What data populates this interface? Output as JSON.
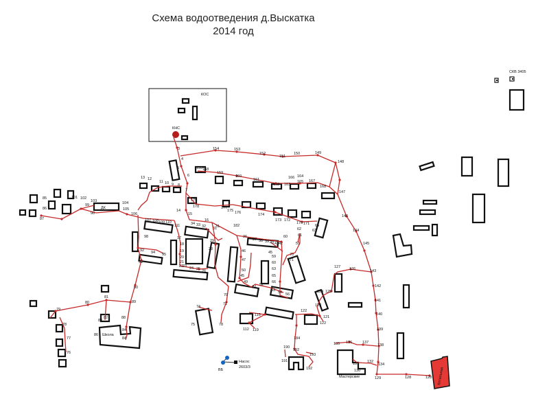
{
  "title": {
    "line1": "Схема водоотведения д.Выскатка",
    "line2": "2014 год"
  },
  "labels": {
    "kos": "КОС",
    "kns": "КНС",
    "skv": "СКВ 3405",
    "dk": "ДК",
    "school": "Школа",
    "workshops": "Мастерские",
    "vb": "ВБ",
    "pump": "Насос",
    "pump_num": "2603/3",
    "boiler": "Котельная"
  },
  "colors": {
    "pipe": "#c62828",
    "kns": "#b71c1c",
    "boiler": "#e53935",
    "building_stroke": "#111111"
  },
  "node_numbers": [
    "3",
    "4",
    "5",
    "6",
    "7",
    "8",
    "9",
    "10",
    "11",
    "12",
    "13",
    "14",
    "15",
    "16",
    "17",
    "18",
    "19",
    "20",
    "21",
    "22",
    "23",
    "24",
    "25",
    "26",
    "27",
    "28",
    "29",
    "30",
    "31",
    "32",
    "33",
    "34",
    "35",
    "36",
    "37",
    "38",
    "39",
    "40",
    "41",
    "42",
    "43",
    "44",
    "45",
    "46",
    "47",
    "48",
    "49",
    "50",
    "51",
    "52",
    "53",
    "54",
    "55",
    "56",
    "57",
    "58",
    "59",
    "60",
    "61",
    "62",
    "63",
    "64",
    "65",
    "66",
    "67",
    "68",
    "69",
    "70",
    "71",
    "72",
    "73",
    "74",
    "75",
    "76",
    "77",
    "78",
    "79",
    "80",
    "81",
    "82",
    "83",
    "84",
    "85",
    "86",
    "87",
    "88",
    "89",
    "90",
    "91",
    "92",
    "93",
    "94",
    "95",
    "96",
    "97",
    "98",
    "99",
    "100",
    "101",
    "102",
    "103",
    "104",
    "105",
    "106",
    "107",
    "108",
    "109",
    "110",
    "111",
    "112",
    "115",
    "119",
    "120",
    "121",
    "122",
    "123",
    "124",
    "125",
    "126",
    "127",
    "128",
    "129",
    "130",
    "131",
    "132",
    "133",
    "134",
    "135",
    "136",
    "137",
    "138",
    "139",
    "140",
    "141",
    "142",
    "143",
    "144",
    "145",
    "146",
    "147",
    "148",
    "149",
    "150",
    "151",
    "152",
    "153",
    "154",
    "155",
    "158",
    "159",
    "160",
    "161",
    "162",
    "163",
    "164",
    "165",
    "166",
    "167",
    "168",
    "170",
    "171",
    "172",
    "173",
    "174",
    "175",
    "176",
    "177",
    "178",
    "179",
    "180",
    "181",
    "182",
    "184",
    "190",
    "191",
    "192",
    "193",
    "194"
  ]
}
